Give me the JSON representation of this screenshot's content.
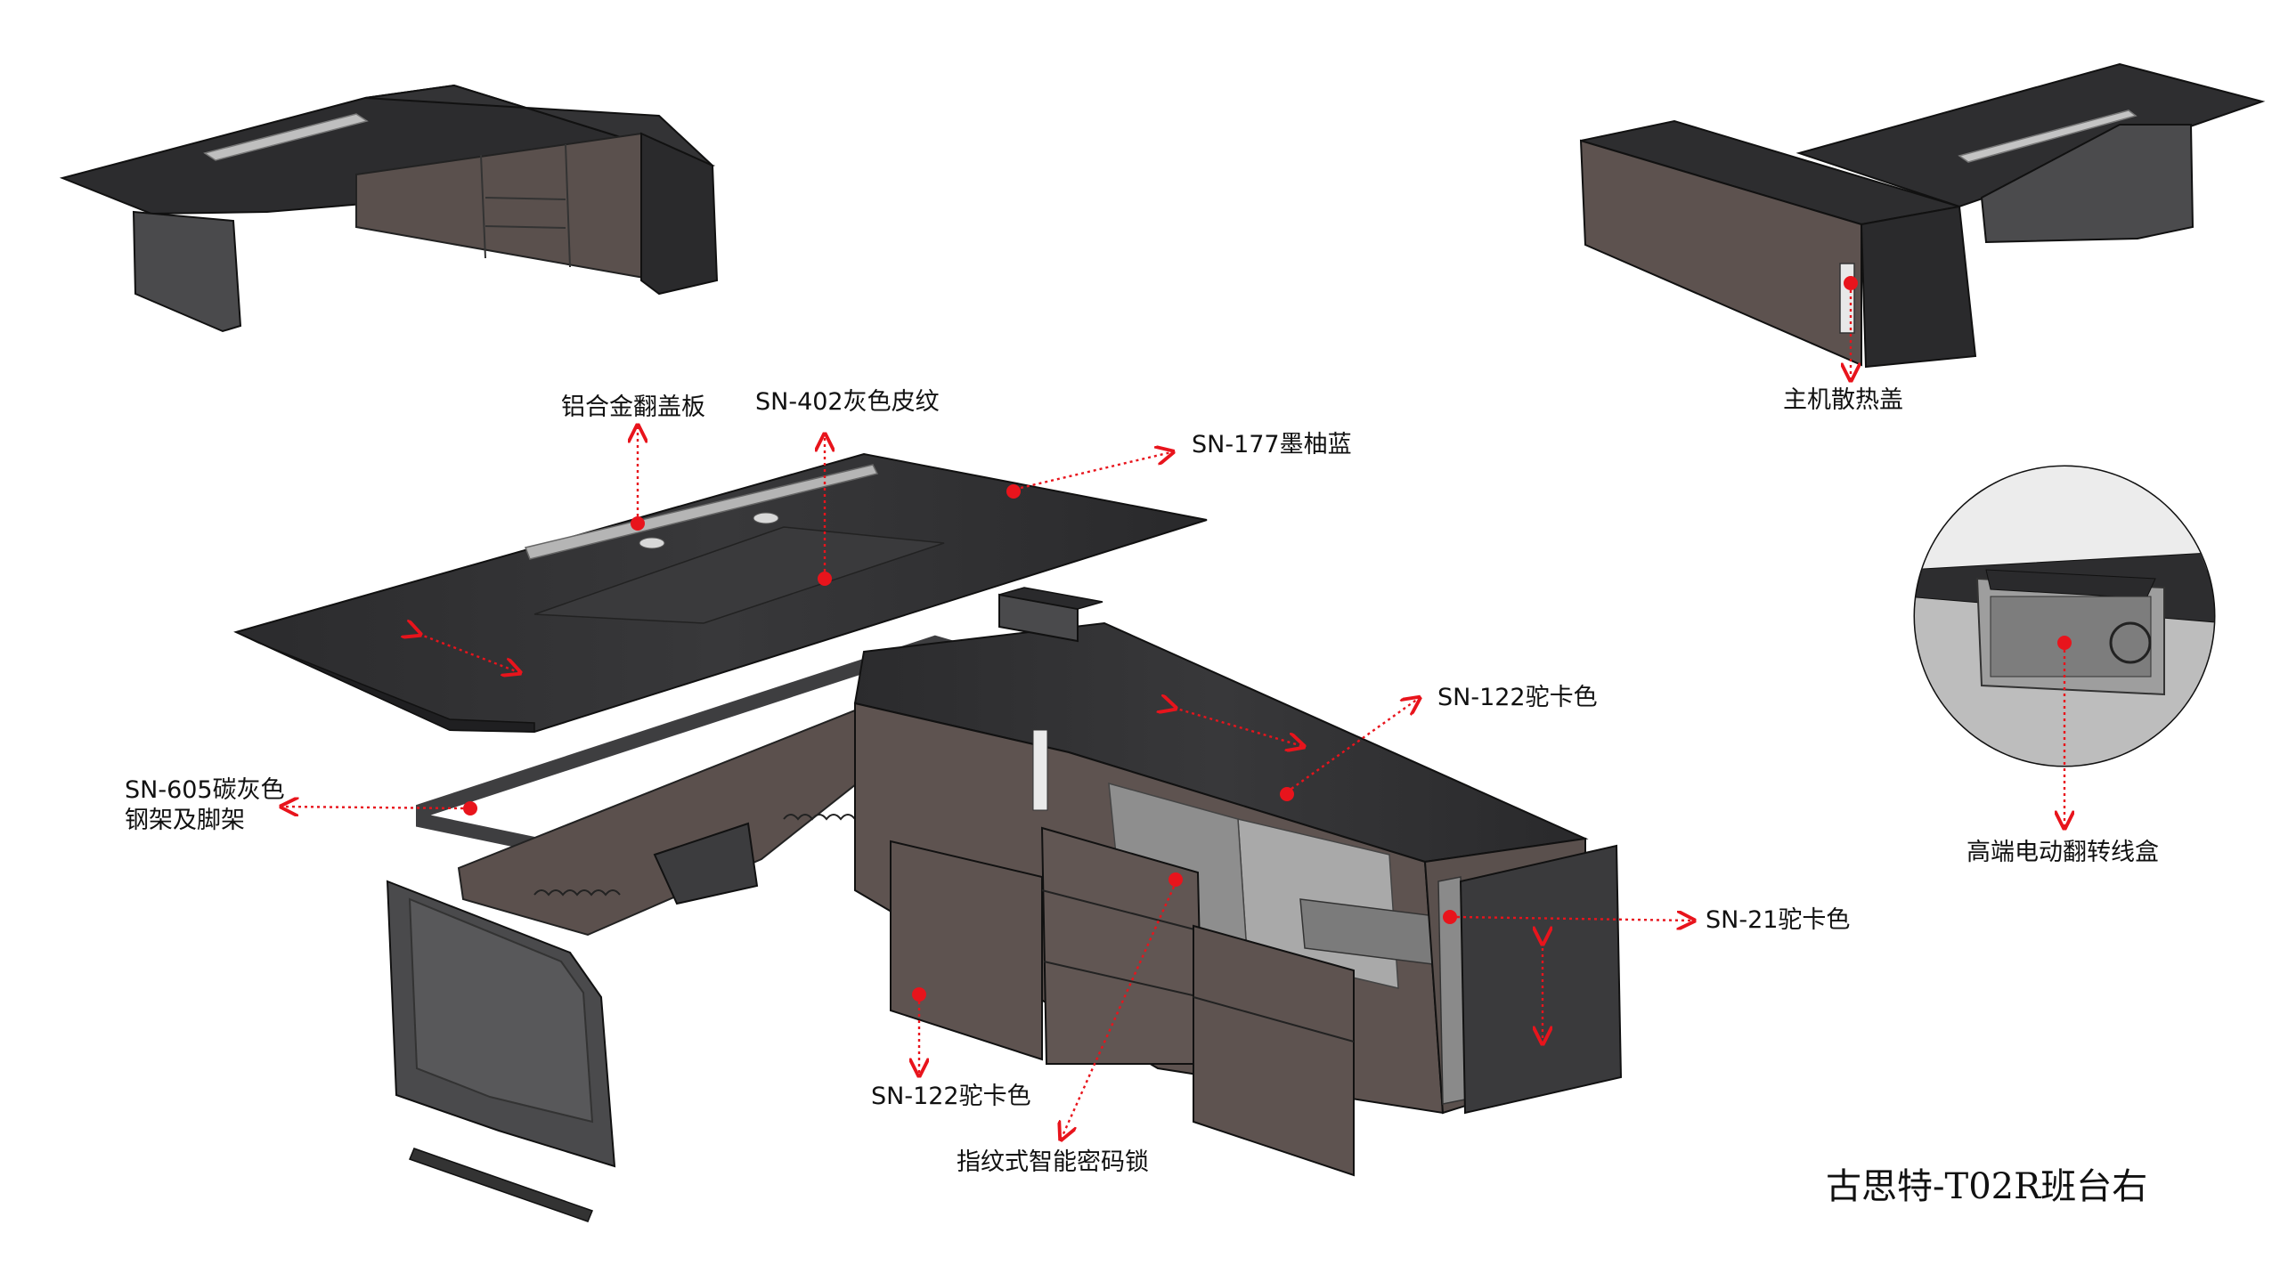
{
  "title": "古思特-T02R班台右",
  "labels": {
    "aluminum_flip_cover": "铝合金翻盖板",
    "leather_gray": "SN-402灰色皮纹",
    "ink_blue": "SN-177墨柚蓝",
    "steel_frame_line1": "SN-605碳灰色",
    "steel_frame_line2": "钢架及脚架",
    "mocha_top": "SN-122驼卡色",
    "mocha_side": "SN-21驼卡色",
    "mocha_door": "SN-122驼卡色",
    "fingerprint_lock": "指纹式智能密码锁",
    "host_vent_cover": "主机散热盖",
    "wire_box": "高端电动翻转线盒"
  },
  "colors": {
    "dark_wood": "#2e2e30",
    "mocha": "#5e5350",
    "frame": "#4a4a4c",
    "accent": "#e8141c",
    "panel_light": "#a9a9a9"
  }
}
